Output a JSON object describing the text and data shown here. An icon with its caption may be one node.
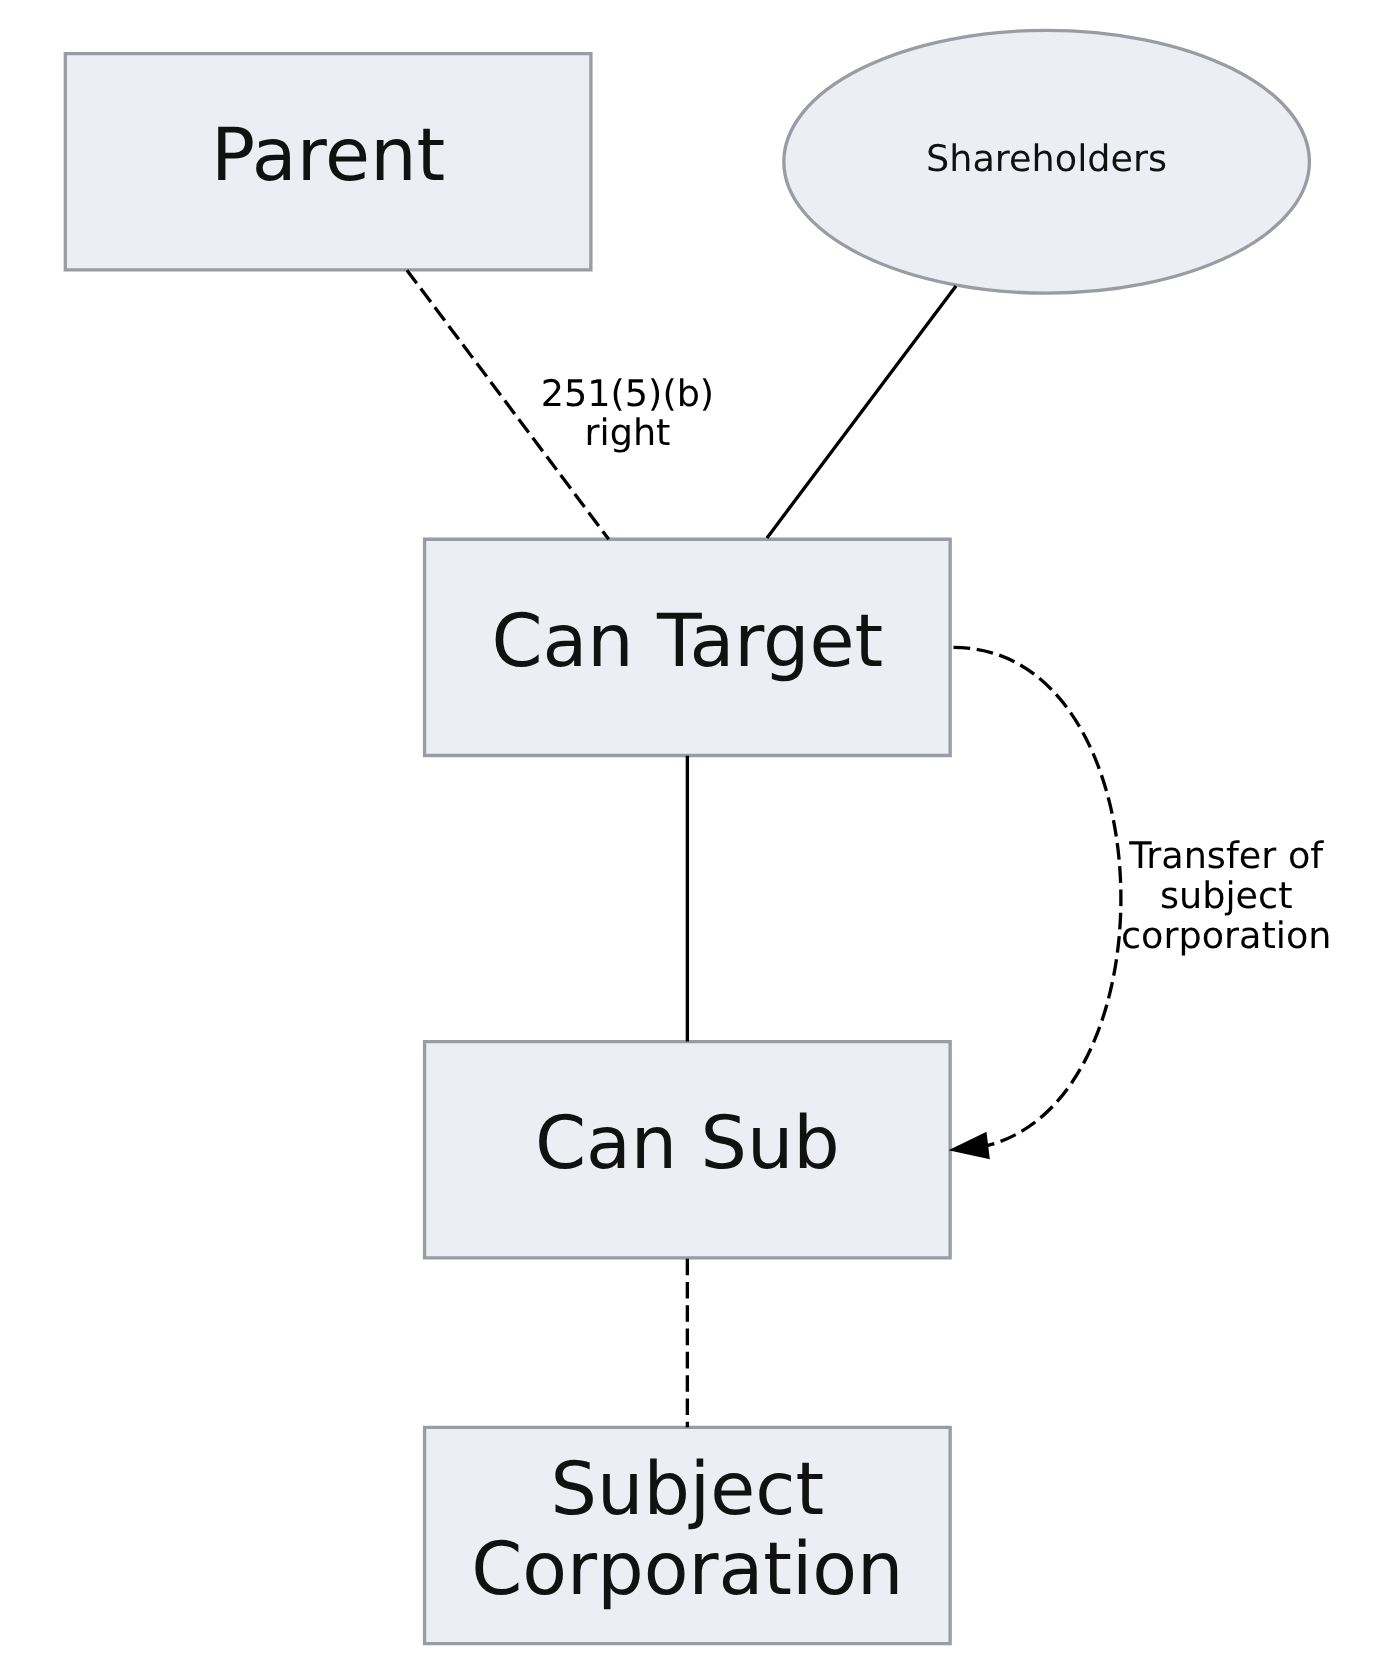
{
  "diagram": {
    "nodes": [
      {
        "text": [
          "Parent"
        ]
      },
      {
        "text": [
          "Shareholders"
        ]
      },
      {
        "text": [
          "Can Target"
        ]
      },
      {
        "text": [
          "Can Sub"
        ]
      },
      {
        "text": [
          "Subject Corporation"
        ]
      }
    ],
    "edges": [
      {
        "from": 0,
        "to": 2,
        "arrow": "none",
        "style": "dashed",
        "label": "251(5)(b) right"
      },
      {
        "from": 1,
        "to": 2,
        "arrow": "none"
      },
      {
        "from": 2,
        "to": 3,
        "arrow": "none"
      },
      {
        "from": 2,
        "to": 3,
        "arrow": "to",
        "style": "dashed",
        "label": "Transfer of subject corporation"
      },
      {
        "from": 3,
        "to": 4,
        "arrow": "none",
        "style": "dashed"
      }
    ]
  }
}
